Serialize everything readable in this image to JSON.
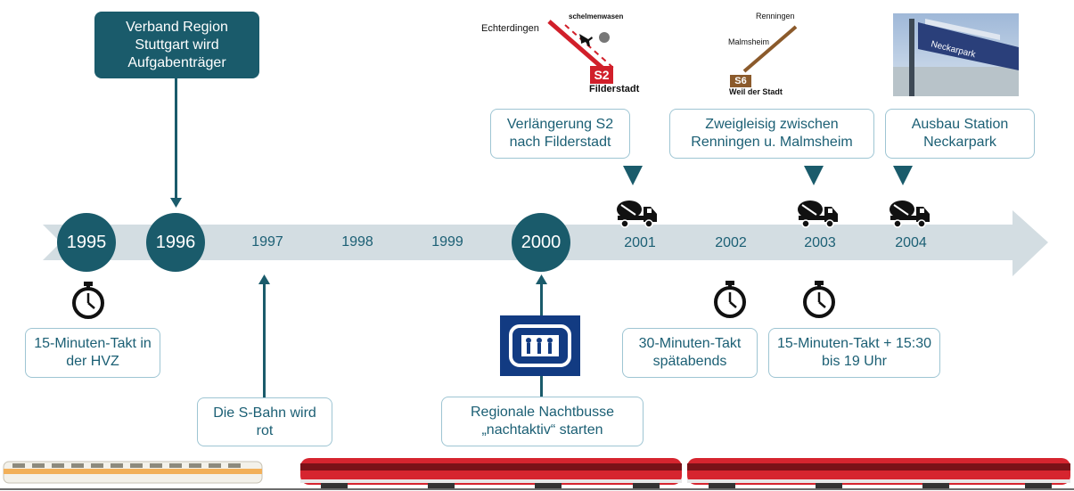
{
  "colors": {
    "teal": "#1a5b6b",
    "arrow": "#d3dde2",
    "box_border": "#9ec5d3",
    "s2_red": "#d11f2a",
    "s6_brown": "#8b5a2b"
  },
  "timeline": {
    "years_major": [
      "1995",
      "1996",
      "2000"
    ],
    "years_minor": [
      "1997",
      "1998",
      "1999",
      "2001",
      "2002",
      "2003",
      "2004"
    ]
  },
  "events": {
    "verband": "Verband Region Stuttgart wird Aufgabenträger",
    "takt_1995": "15-Minuten-Takt in der HVZ",
    "sbahn_rot": "Die S-Bahn wird rot",
    "nachtbusse": "Regionale Nachtbusse „nachtaktiv“ starten",
    "s2": "Verlängerung S2 nach Filderstadt",
    "zweigleisig": "Zweigleisig zwischen Renningen u. Malmsheim",
    "neckarpark": "Ausbau Station Neckarpark",
    "takt_2002": "30-Minuten-Takt spätabends",
    "takt_2003": "15-Minuten-Takt + 15:30 bis 19 Uhr"
  },
  "maps": {
    "s2": {
      "place_a": "Echterdingen",
      "place_b": "Schelmenwasen",
      "line": "S2",
      "terminus": "Filderstadt"
    },
    "s6": {
      "place_a": "Renningen",
      "place_b": "Malmsheim",
      "line": "S6",
      "terminus": "Weil der Stadt"
    }
  },
  "icons": [
    "stopwatch-icon",
    "construction-truck-icon",
    "night-bus-icon",
    "train-icon"
  ]
}
